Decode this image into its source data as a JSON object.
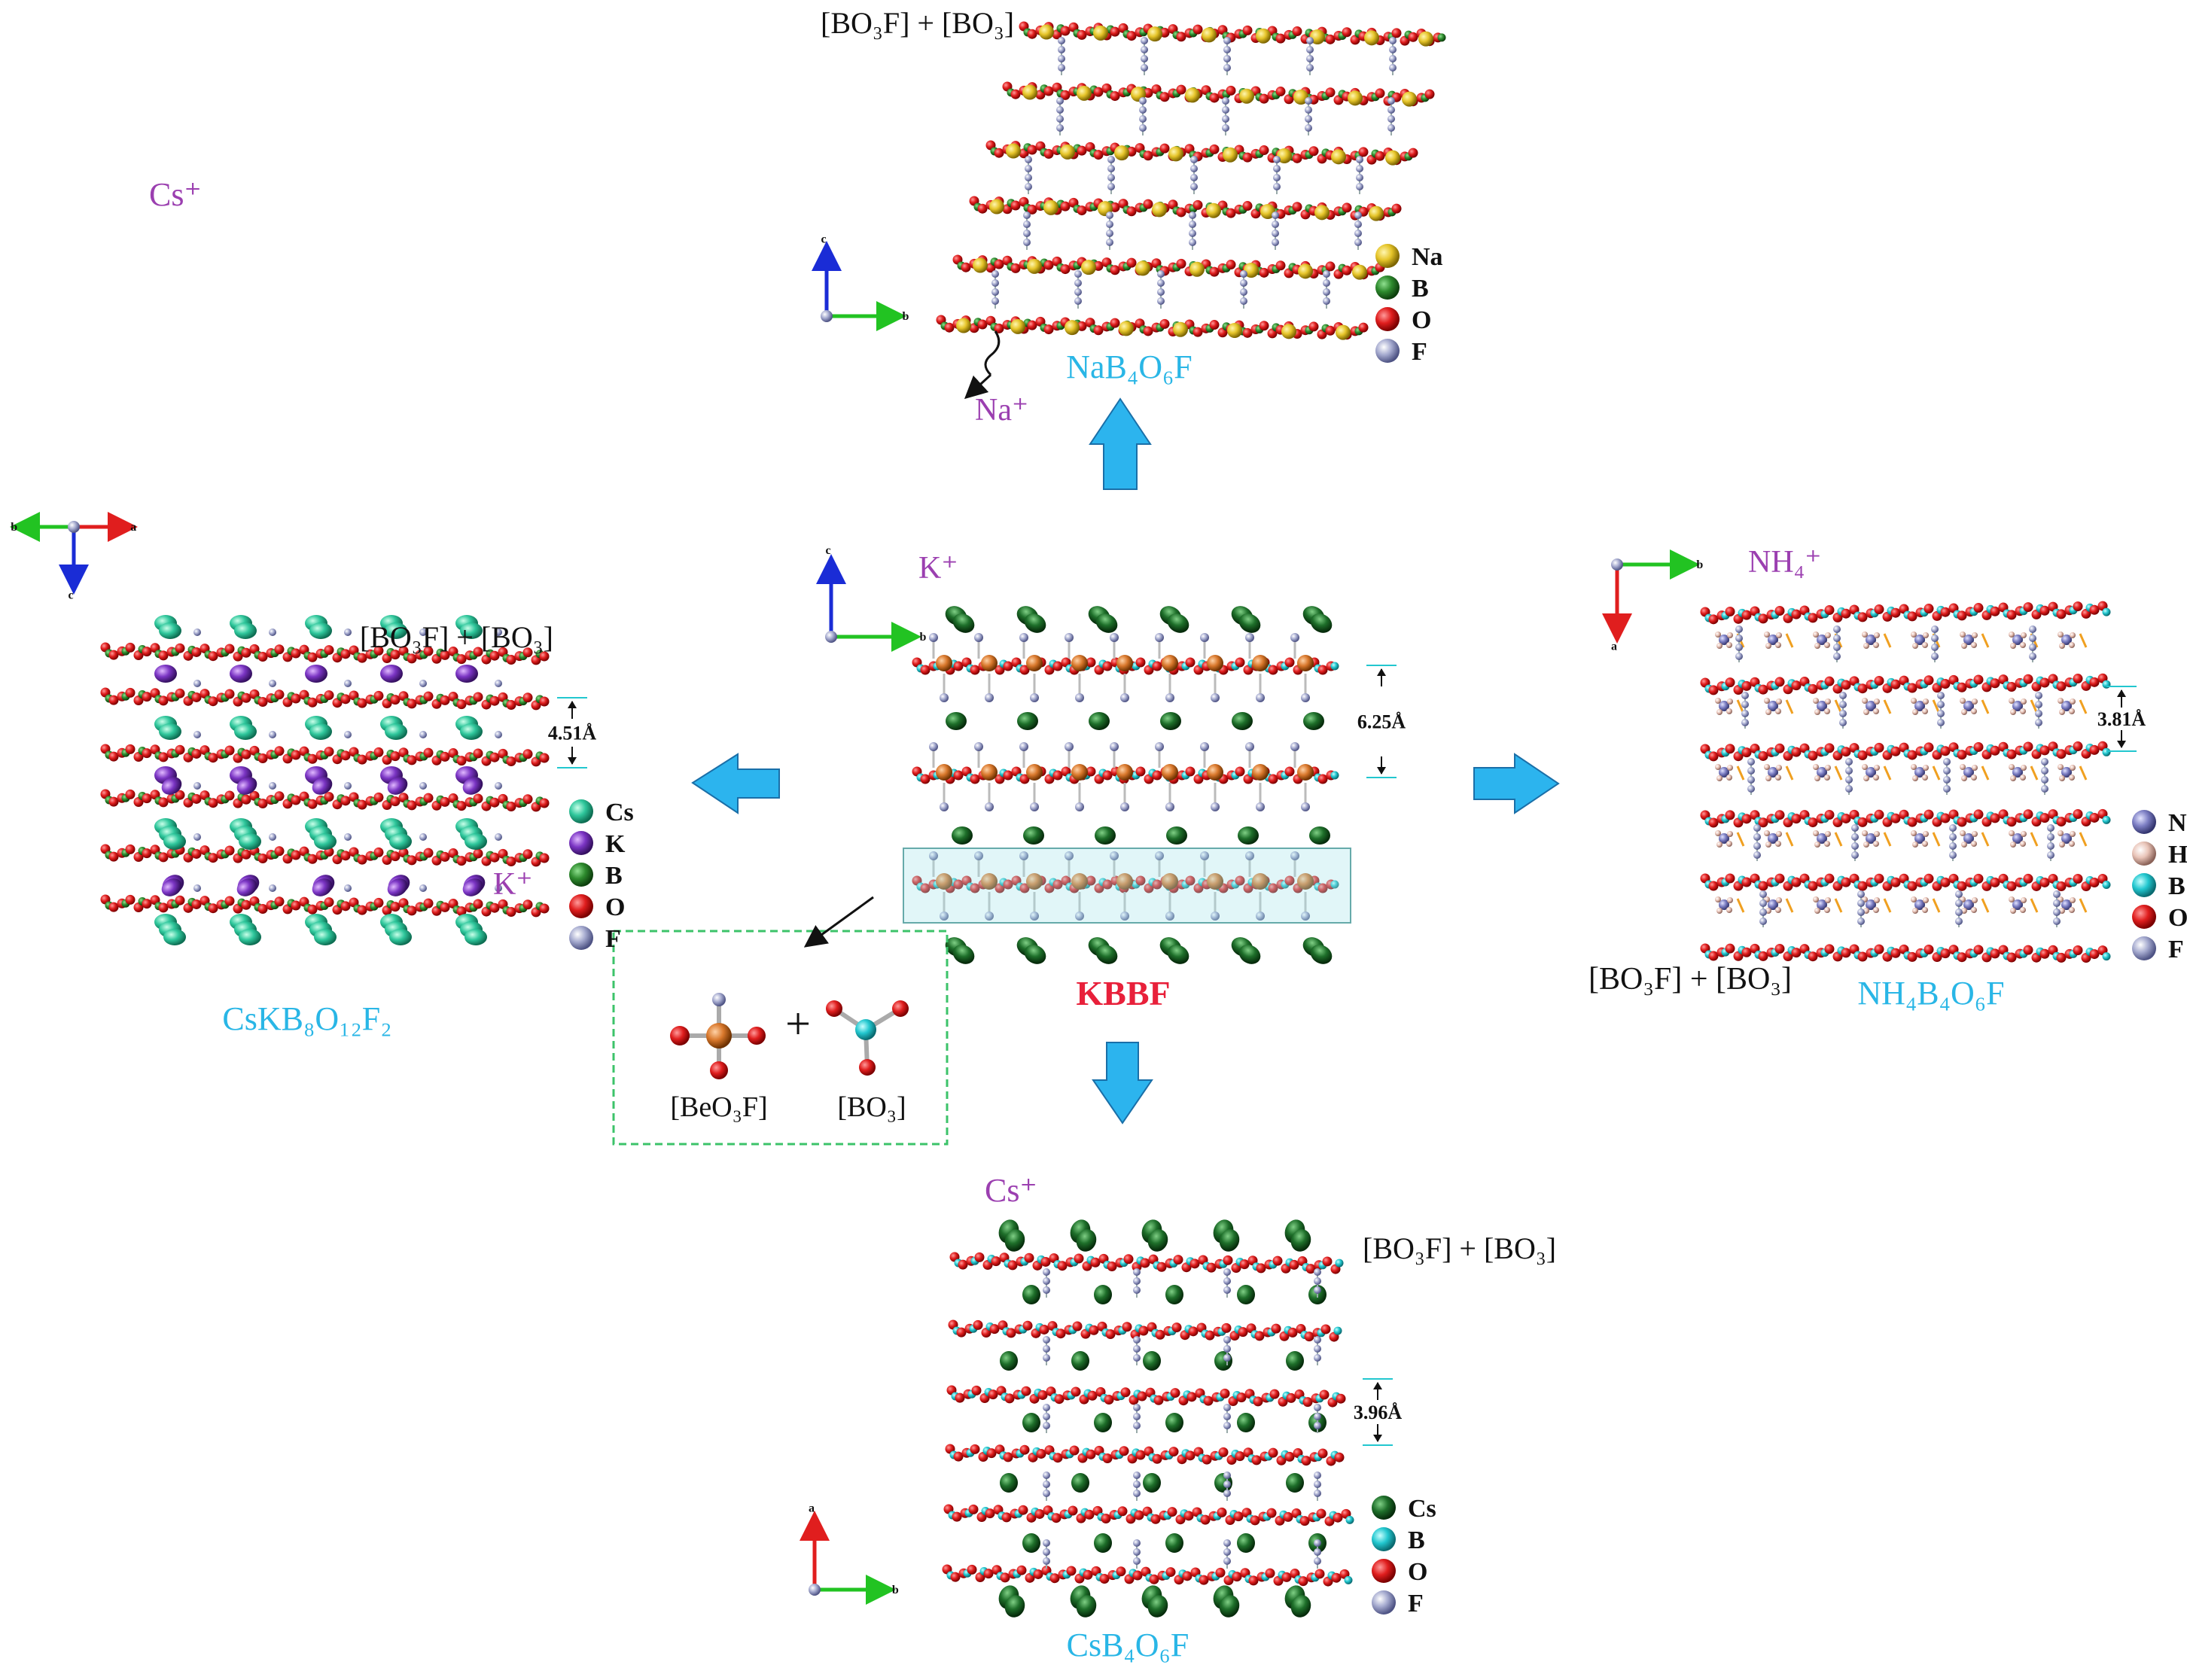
{
  "center": {
    "name": "KBBF",
    "cation": "K⁺",
    "spacing": "6.25Å",
    "axes": {
      "up": "c",
      "right": "b"
    },
    "units": {
      "left_formula": "[BeO₃F]",
      "right_formula": "[BO₃]",
      "plus": "+"
    }
  },
  "top": {
    "name": "NaB₄O₆F",
    "cation": "Na⁺",
    "groups": "[BO₃F] + [BO₃]",
    "axes": {
      "up": "c",
      "right": "b"
    },
    "legend": [
      "Na",
      "B",
      "O",
      "F"
    ]
  },
  "left": {
    "name": "CsKB₈O₁₂F₂",
    "cation_top": "Cs⁺",
    "cation_side": "K⁺",
    "groups": "[BO₃F] + [BO₃]",
    "spacing": "4.51Å",
    "axes": {
      "left": "b",
      "right": "a",
      "down": "c"
    },
    "legend": [
      "Cs",
      "K",
      "B",
      "O",
      "F"
    ]
  },
  "right": {
    "name": "NH₄B₄O₆F",
    "cation": "NH₄⁺",
    "groups": "[BO₃F] + [BO₃]",
    "spacing": "3.81Å",
    "axes": {
      "right": "b",
      "down": "a"
    },
    "legend": [
      "N",
      "H",
      "B",
      "O",
      "F"
    ]
  },
  "bottom": {
    "name": "CsB₄O₆F",
    "cation": "Cs⁺",
    "groups": "[BO₃F] + [BO₃]",
    "spacing": "3.96Å",
    "axes": {
      "up": "a",
      "right": "b"
    },
    "legend": [
      "Cs",
      "B",
      "O",
      "F"
    ]
  },
  "colors": {
    "arrow": "#2cb4ee",
    "Na": "#e6c52a",
    "B_green": "#2e8b2e",
    "B_cyan": "#22c7cf",
    "O": "#e01e1e",
    "F": "#a5aacf",
    "Cs_teal": "#2fc79c",
    "Cs_dark": "#1e6f2a",
    "K": "#7b35c4",
    "Be": "#d9782c",
    "N": "#7d7fc4",
    "H": "#e9c4b8"
  }
}
